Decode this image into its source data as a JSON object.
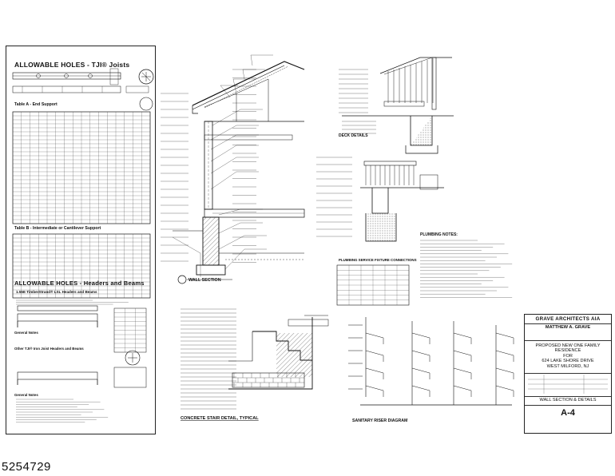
{
  "sheet": {
    "left_panel": {
      "title_joists": "ALLOWABLE HOLES - TJI® Joists",
      "table_a": "Table A - End Support",
      "table_b": "Table B - Intermediate or Cantilever Support",
      "title_headers": "ALLOWABLE HOLES - Headers and Beams",
      "subtitle_headers": "1.55E TimberStrand® LSL Headers and Beams",
      "general_notes_1": "General Notes",
      "other_tji": "Other TJI® Iron Joist Headers and Beams",
      "general_notes_2": "General Notes"
    },
    "details": {
      "wall_section": "WALL SECTION",
      "deck_details": "DECK DETAILS",
      "plumbing_notes": "PLUMBING NOTES:",
      "plumbing_table_title": "PLUMBING SERVICE FIXTURE CONNECTIONS",
      "concrete_stair": "CONCRETE STAIR DETAIL, TYPICAL",
      "sanitary_riser": "SANITARY RISER DIAGRAM"
    },
    "title_block": {
      "firm": "GRAVE ARCHITECTS AIA",
      "principal": "MATTHEW A. GRAVE",
      "project_line1": "PROPOSED NEW ONE FAMILY",
      "project_line2": "RESIDENCE",
      "project_line3": "FOR",
      "address_line1": "624 LAKE SHORE DRIVE",
      "address_line2": "WEST MILFORD, NJ",
      "sheet_title": "WALL SECTION & DETAILS",
      "sheet_number": "A-4"
    },
    "listing_number": "5254729"
  }
}
